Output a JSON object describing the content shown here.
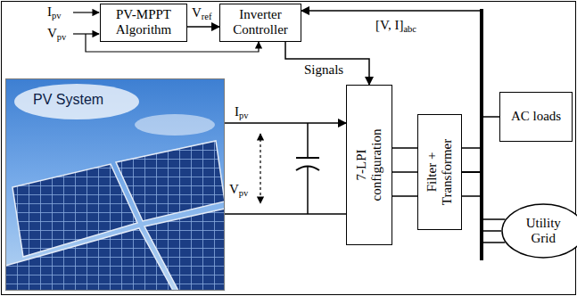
{
  "diagram": {
    "nodes": [
      {
        "text": [
          "PV-MPPT Algorithm"
        ]
      },
      {
        "text": [
          "Inverter Controller"
        ]
      },
      {
        "text": [
          "PV System"
        ]
      },
      {
        "text": [
          "7-LPI configuration"
        ]
      },
      {
        "text": [
          "Filter + Transformer"
        ]
      },
      {
        "text": [
          "AC loads"
        ]
      },
      {
        "text": [
          "Utility Grid"
        ]
      }
    ],
    "edges": [
      {
        "from": 0,
        "to": 1,
        "arrow": "to",
        "label": "Vref"
      },
      {
        "from": 1,
        "to": 3,
        "arrow": "to",
        "label": "Signals"
      },
      {
        "from": 2,
        "to": 3,
        "arrow": "to",
        "label": "Ipv"
      },
      {
        "from": 3,
        "to": 4,
        "arrow": "none"
      },
      {
        "from": 4,
        "to": 5,
        "arrow": "none"
      },
      {
        "from": 4,
        "to": 6,
        "arrow": "none"
      },
      {
        "from": 4,
        "to": 1,
        "arrow": "to",
        "label": "[V, I]abc"
      }
    ],
    "labels": [
      "Ipv",
      "Vpv",
      "Vpv"
    ]
  }
}
